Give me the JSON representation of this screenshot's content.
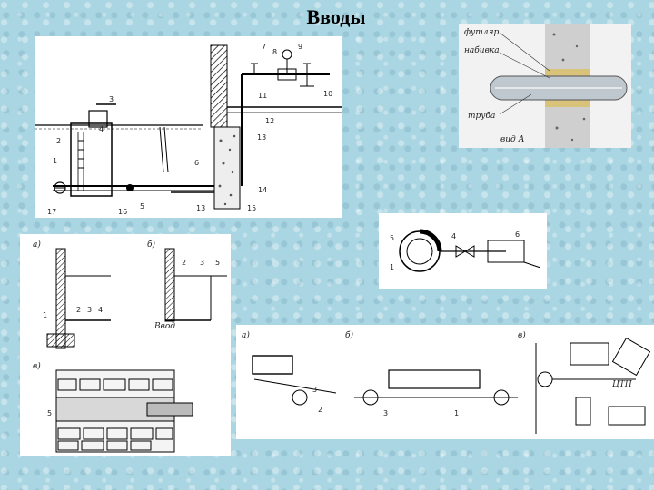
{
  "title": "Вводы",
  "panel_a": {
    "numbers": [
      "1",
      "2",
      "3",
      "4",
      "5",
      "6",
      "7",
      "8",
      "9",
      "10",
      "11",
      "12",
      "13",
      "13",
      "14",
      "15",
      "16",
      "17"
    ]
  },
  "panel_b": {
    "labels": [
      "футляр",
      "набивка",
      "труба",
      "вид А"
    ]
  },
  "panel_d": {
    "labels": [
      "а)",
      "б)",
      "в)",
      "Ввод",
      "1",
      "2",
      "3",
      "4",
      "5"
    ]
  },
  "panel_e": {
    "labels": [
      "а)",
      "б)",
      "в)",
      "ЦТП"
    ]
  }
}
